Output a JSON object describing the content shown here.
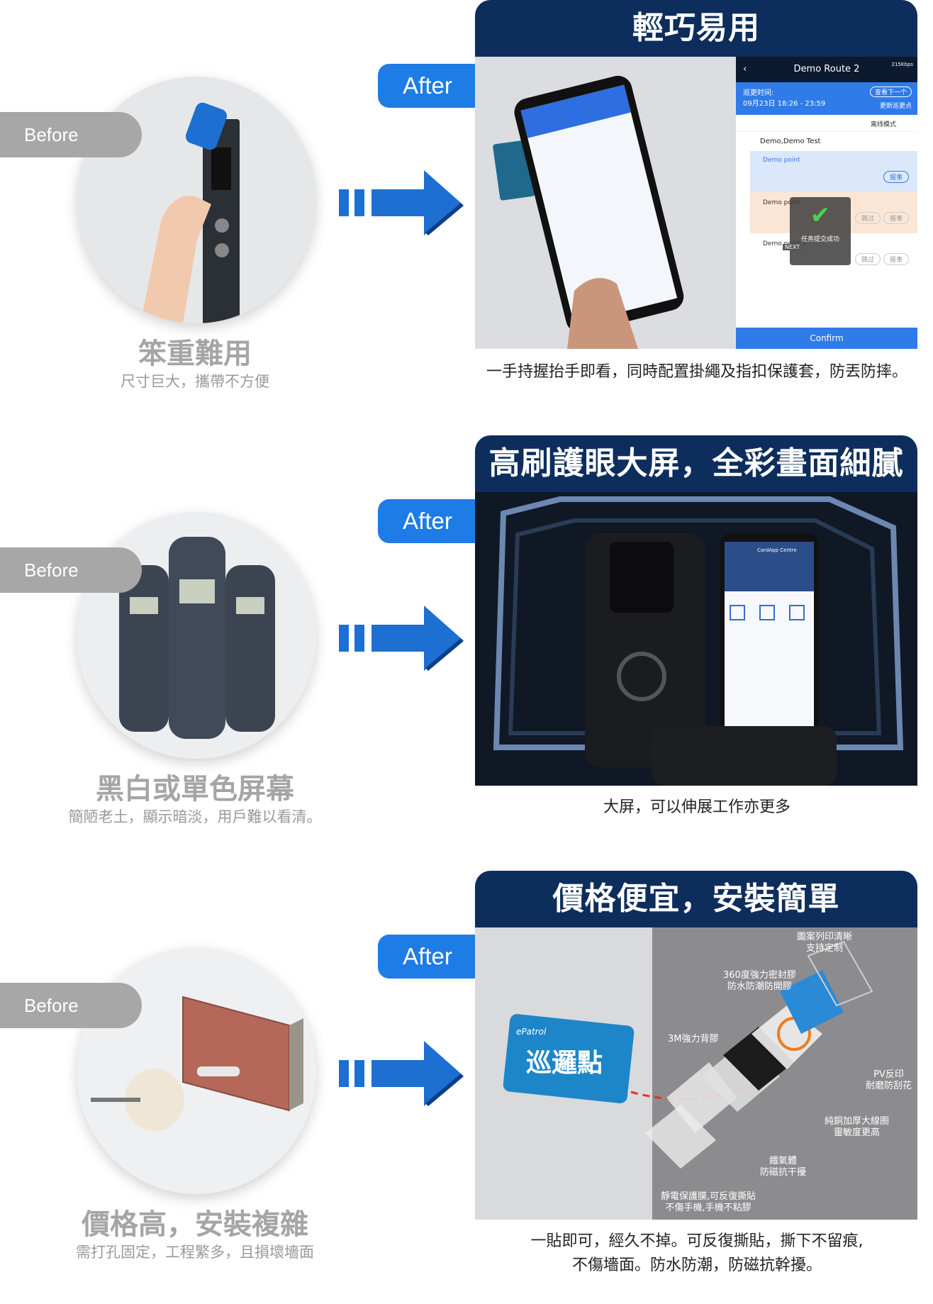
{
  "rows": [
    {
      "before_label": "Before",
      "before_title": "笨重難用",
      "before_sub": "尺寸巨大，攜帶不方便",
      "after_label": "After",
      "after_title": "輕巧易用",
      "caption": "一手持握抬手即看，同時配置掛繩及指扣保護套，防丟防摔。",
      "phone_ui": {
        "title": "Demo Route 2",
        "signal": "215Kbps",
        "time_label": "巡更时间:",
        "time_value": "09月23日 18:26 - 23:59",
        "next_button": "查看下一个",
        "update_label": "更新巡更点",
        "offline_mode": "离线模式",
        "route_name": "Demo,Demo Test",
        "point1": "Demo point",
        "point2": "Demo point",
        "point3": "Demo point 3",
        "report": "报事",
        "skip": "跳过",
        "next_tag": "NEXT",
        "success": "任务提交成功",
        "confirm": "Confirm"
      }
    },
    {
      "before_label": "Before",
      "before_title": "黑白或單色屏幕",
      "before_sub": "簡陋老土，顯示暗淡，用戶難以看清。",
      "after_label": "After",
      "after_title": "高刷護眼大屏，全彩畫面細膩",
      "caption": "大屏，可以伸展工作亦更多",
      "phone_ui": {
        "app_title": "CardApp Centre"
      }
    },
    {
      "before_label": "Before",
      "before_title": "價格高，安裝複雜",
      "before_sub": "需打孔固定，工程繁多，且損壞墻面",
      "after_label": "After",
      "after_title": "價格便宜，安裝簡單",
      "caption_line1": "一貼即可，經久不掉。可反復撕貼，撕下不留痕,",
      "caption_line2": "不傷墻面。防水防潮，防磁抗幹擾。",
      "tag_brand": "ePatrol",
      "tag_text": "巡邏點",
      "labels": {
        "l1a": "圖案列印清晰",
        "l1b": "支持定制",
        "l2a": "360度強力密封膠",
        "l2b": "防水防潮防開膠",
        "l3": "3M強力背膠",
        "l4a": "PV反印",
        "l4b": "耐磨防刮花",
        "l5a": "純銅加厚大線圈",
        "l5b": "靈敏度更高",
        "l6a": "鐵氧體",
        "l6b": "防磁抗干擾",
        "l7a": "靜電保護膜,可反復撕貼",
        "l7b": "不傷手機,手機不粘膠"
      }
    }
  ],
  "colors": {
    "navy": "#0d2e5c",
    "blue": "#1e7ce6",
    "grey": "#a7a7a7"
  }
}
